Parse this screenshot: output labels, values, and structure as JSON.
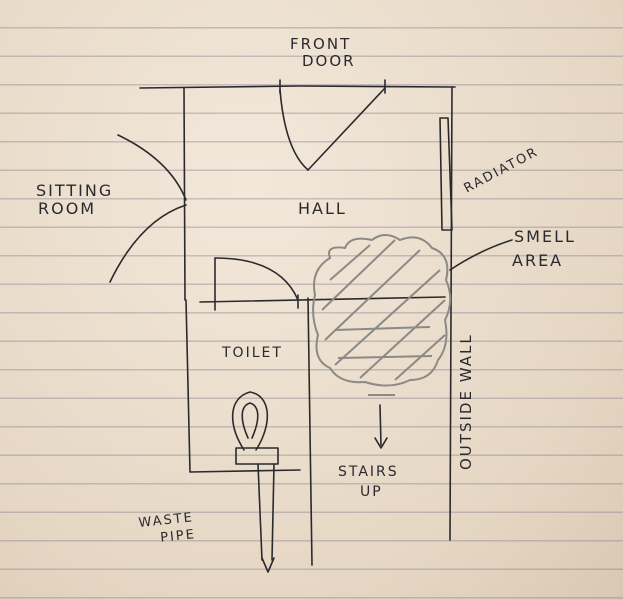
{
  "labels": {
    "front_door": [
      "FRONT",
      "DOOR"
    ],
    "sitting_room": [
      "SITTING",
      "ROOM"
    ],
    "hall": "HALL",
    "radiator": "RADIATOR",
    "smell_area": [
      "SMELL",
      "AREA"
    ],
    "toilet": "TOILET",
    "outside_wall": "OUTSIDE WALL",
    "stairs_up": [
      "STAIRS",
      "UP"
    ],
    "waste_pipe": [
      "WASTE",
      "PIPE"
    ]
  },
  "colors": {
    "ink": "#2a2a2e",
    "pencil": "#8a8a86",
    "paper": "#ece1d1"
  }
}
